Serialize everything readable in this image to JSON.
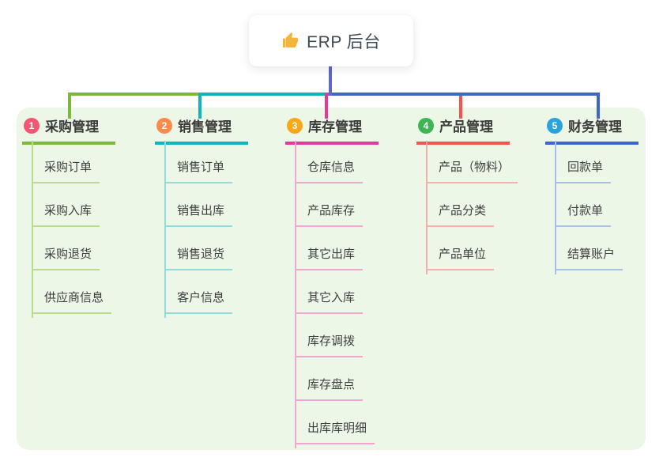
{
  "root": {
    "title": "ERP 后台",
    "icon": "thumbs-up-icon"
  },
  "branches": [
    {
      "index": "1",
      "title": "采购管理",
      "children": [
        "采购订单",
        "采购入库",
        "采购退货",
        "供应商信息"
      ]
    },
    {
      "index": "2",
      "title": "销售管理",
      "children": [
        "销售订单",
        "销售出库",
        "销售退货",
        "客户信息"
      ]
    },
    {
      "index": "3",
      "title": "库存管理",
      "children": [
        "仓库信息",
        "产品库存",
        "其它出库",
        "其它入库",
        "库存调拨",
        "库存盘点",
        "出库库明细"
      ]
    },
    {
      "index": "4",
      "title": "产品管理",
      "children": [
        "产品（物料）",
        "产品分类",
        "产品单位"
      ]
    },
    {
      "index": "5",
      "title": "财务管理",
      "children": [
        "回款单",
        "付款单",
        "结算账户"
      ]
    }
  ],
  "colors": {
    "panel_background": "#edf7e7",
    "root_connector": "#5b69c8",
    "branch_1_line": "#7db83e",
    "branch_1_child_line": "#b7dc90",
    "branch_1_badge": "#f25670",
    "branch_2_line": "#10b5ba",
    "branch_2_child_line": "#92dbdc",
    "branch_2_badge": "#fb8a4c",
    "branch_3_line": "#e23a9a",
    "branch_3_child_line": "#f3a6d0",
    "branch_3_badge": "#fba616",
    "branch_4_line": "#f8524e",
    "branch_4_child_line": "#fcaeab",
    "branch_4_badge": "#3eb553",
    "branch_5_line": "#3e66c6",
    "branch_5_child_line": "#a9bfe8",
    "branch_5_badge": "#29a4de",
    "thumb_icon": "#f2b53a"
  }
}
